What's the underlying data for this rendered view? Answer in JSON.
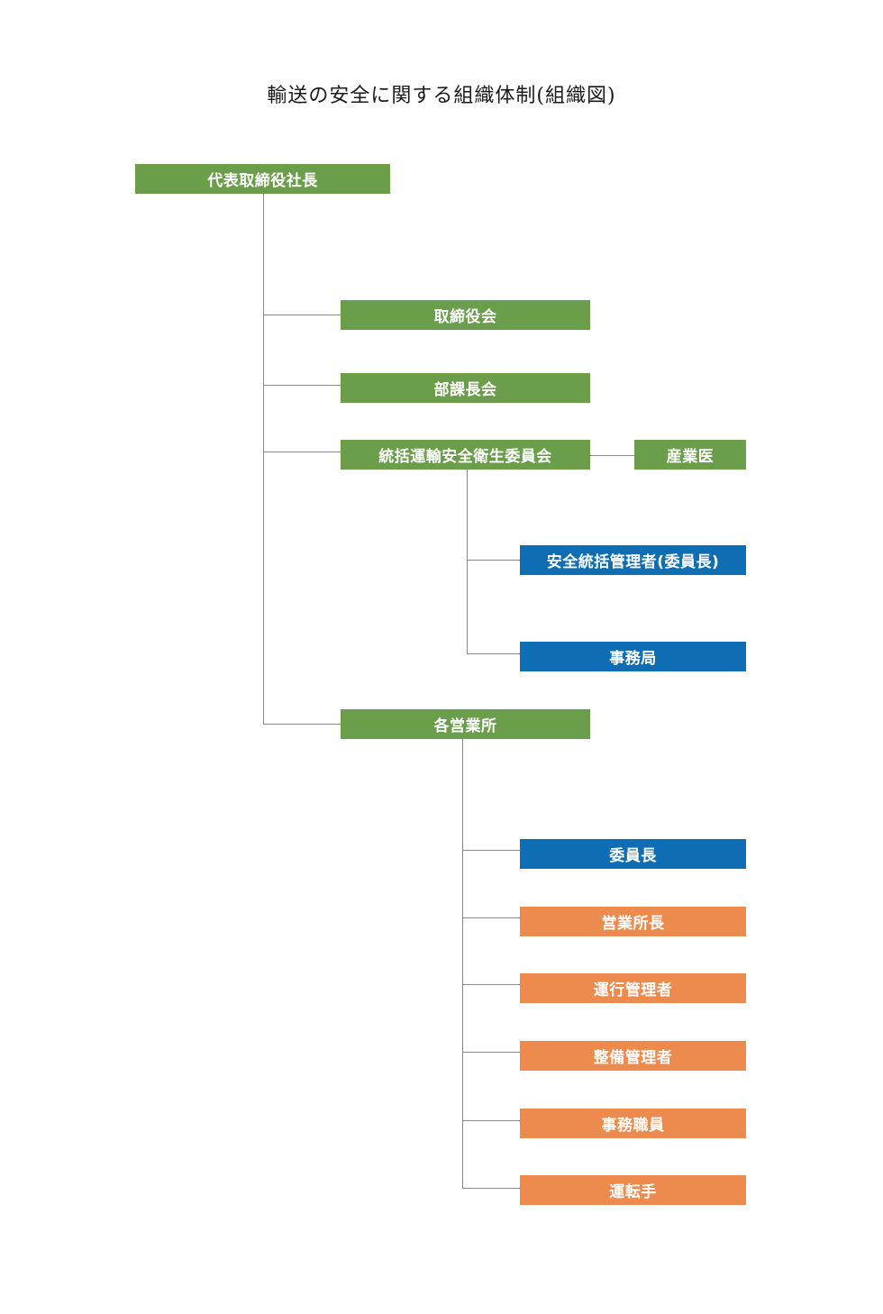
{
  "title": "輸送の安全に関する組織体制(組織図)",
  "colors": {
    "management": "#6a9e4a",
    "safety": "#0f6db4",
    "office_staff": "#ed8a4e",
    "connector": "#8a8a8a"
  },
  "nodes": {
    "president": "代表取締役社長",
    "board": "取締役会",
    "managers_meeting": "部課長会",
    "safety_committee": "統括運輸安全衛生委員会",
    "industrial_physician": "産業医",
    "safety_manager": "安全統括管理者(委員長)",
    "secretariat": "事務局",
    "branches": "各営業所",
    "committee_member": "委員長",
    "branch_manager": "営業所長",
    "operations_manager": "運行管理者",
    "maintenance_manager": "整備管理者",
    "office_clerk": "事務職員",
    "driver": "運転手"
  }
}
